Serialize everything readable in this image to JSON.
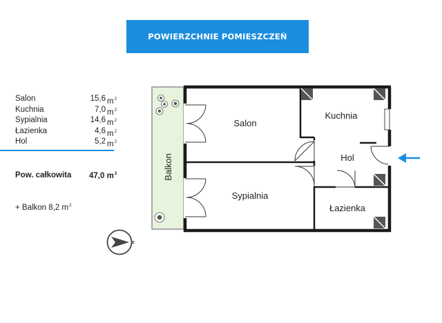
{
  "header": {
    "title": "POWIERZCHNIE POMIESZCZEŃ"
  },
  "areas": [
    {
      "name": "Salon",
      "value": "15,6",
      "unit": "m"
    },
    {
      "name": "Kuchnia",
      "value": "7,0",
      "unit": "m"
    },
    {
      "name": "Sypialnia",
      "value": "14,6",
      "unit": "m"
    },
    {
      "name": "Łazienka",
      "value": "4,6",
      "unit": "m"
    },
    {
      "name": "Hol",
      "value": "5,2",
      "unit": "m"
    }
  ],
  "total": {
    "label": "Pow. całkowita",
    "value": "47,0 m"
  },
  "balcony_note": "+ Balkon 8,2 m",
  "superscript": "2",
  "plan": {
    "rooms": {
      "salon": "Salon",
      "kuchnia": "Kuchnia",
      "hol": "Hol",
      "sypialnia": "Sypialnia",
      "lazienka": "Łazienka",
      "balkon": "Balkon"
    },
    "compass_letter": "N"
  },
  "colors": {
    "accent": "#1a8ddf",
    "wall": "#1a1a1a",
    "balcony_fill": "#e8f3dd"
  },
  "icons": [
    "entrance-arrow-icon",
    "compass-icon",
    "plant-icon"
  ]
}
